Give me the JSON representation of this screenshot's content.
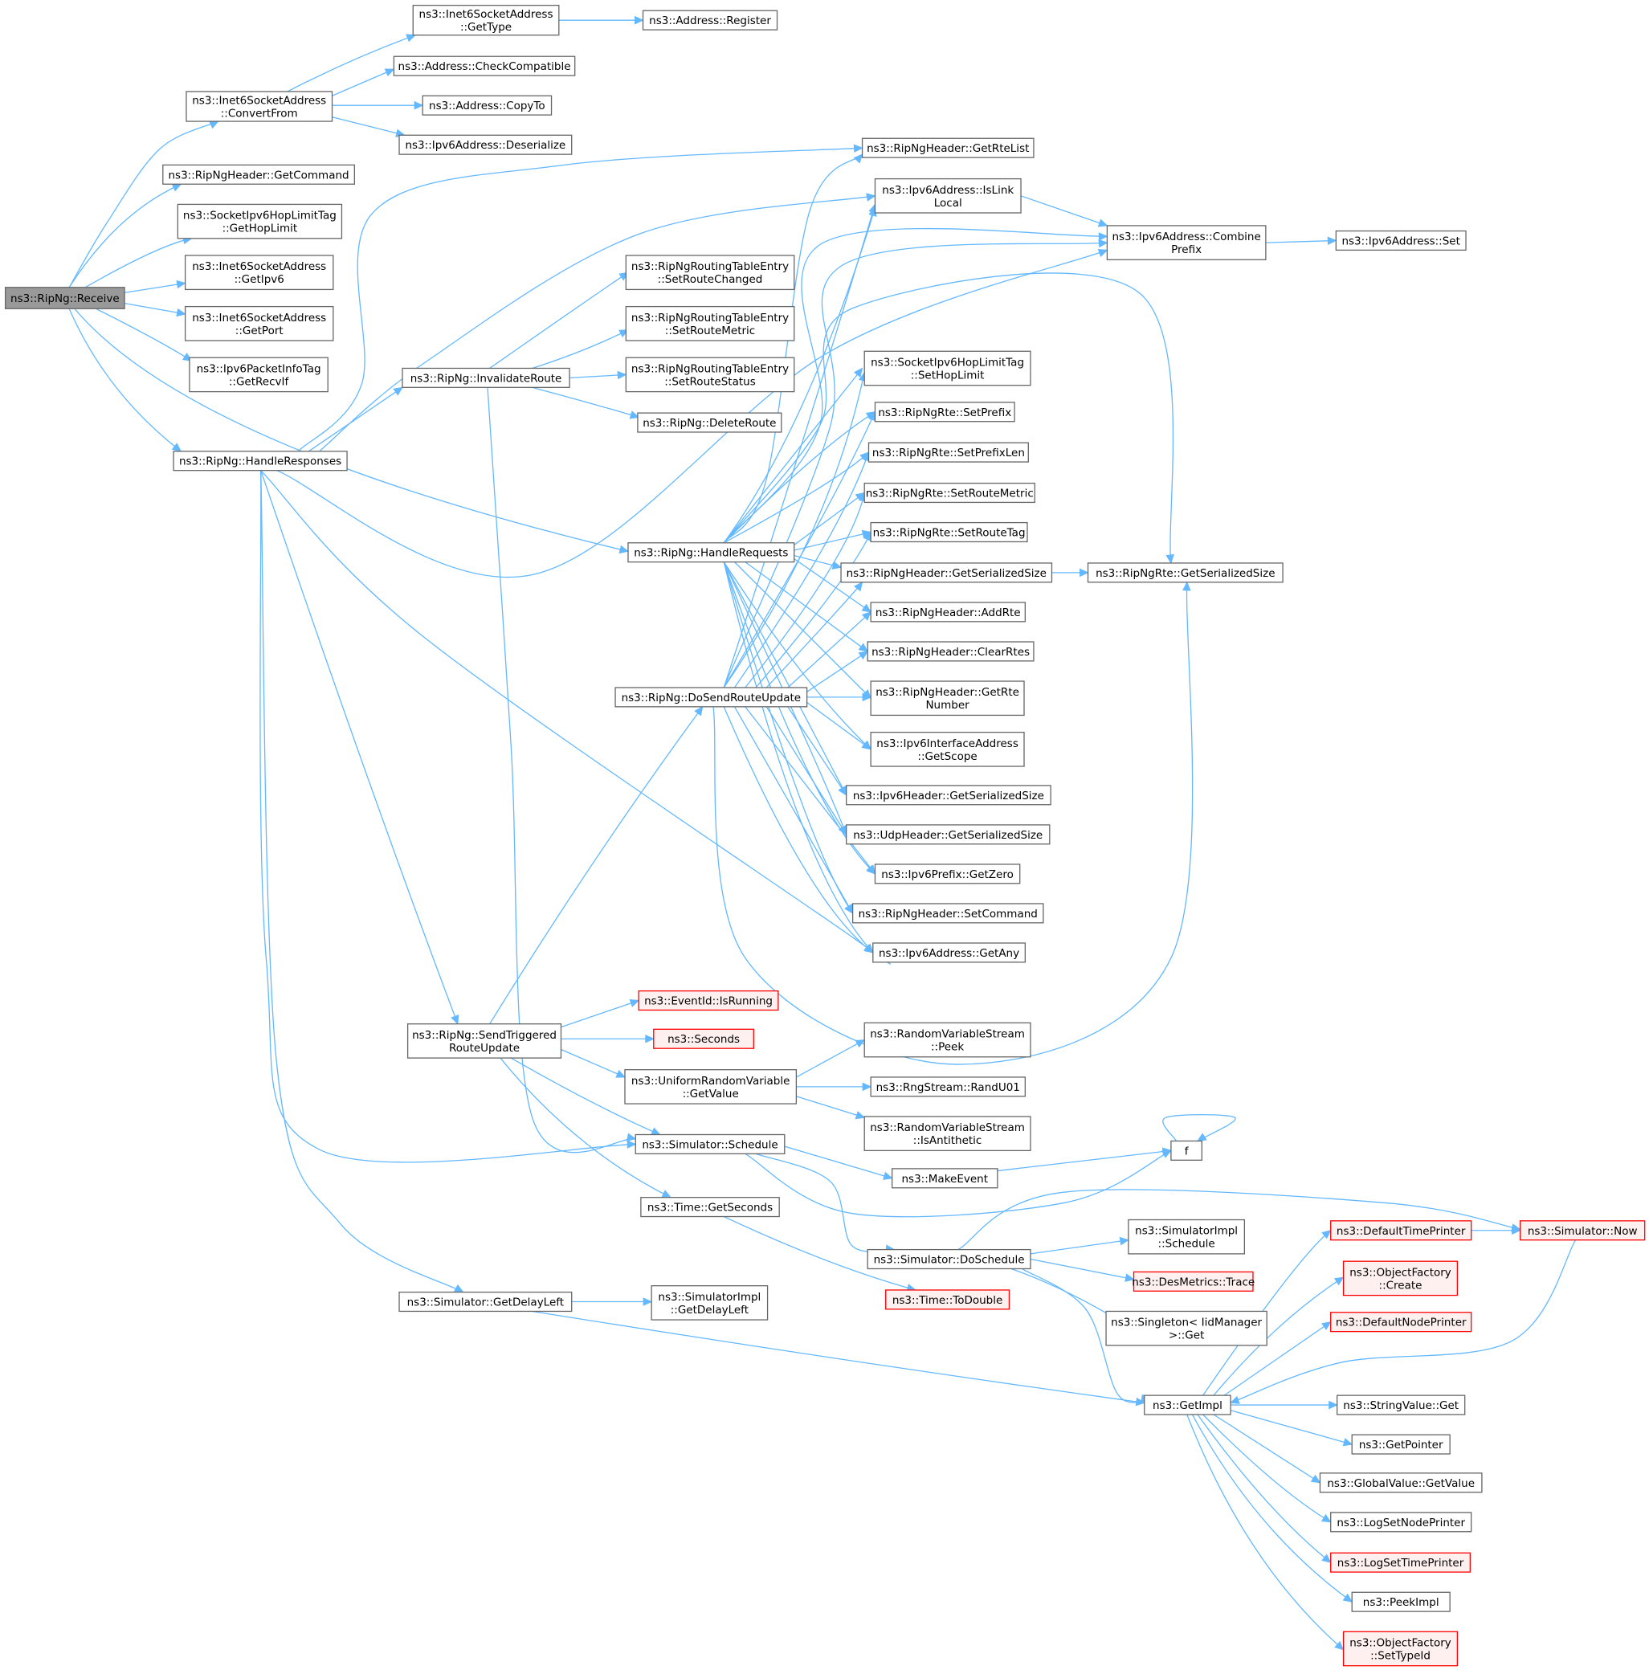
{
  "colors": {
    "edge": "#63b8ff",
    "node_border": "#666666",
    "root_fill": "#999999",
    "missing_border": "#ff0000",
    "missing_fill": "#fff0f0"
  },
  "nodes": [
    {
      "id": "receive",
      "lines": [
        "ns3::RipNg::Receive"
      ],
      "style": "root"
    },
    {
      "id": "cf",
      "lines": [
        "ns3::Inet6SocketAddress",
        "::ConvertFrom"
      ]
    },
    {
      "id": "gettype",
      "lines": [
        "ns3::Inet6SocketAddress",
        "::GetType"
      ]
    },
    {
      "id": "register",
      "lines": [
        "ns3::Address::Register"
      ]
    },
    {
      "id": "checkcompat",
      "lines": [
        "ns3::Address::CheckCompatible"
      ]
    },
    {
      "id": "copyto",
      "lines": [
        "ns3::Address::CopyTo"
      ]
    },
    {
      "id": "deserialize",
      "lines": [
        "ns3::Ipv6Address::Deserialize"
      ]
    },
    {
      "id": "getcommand",
      "lines": [
        "ns3::RipNgHeader::GetCommand"
      ]
    },
    {
      "id": "gethoplimit",
      "lines": [
        "ns3::SocketIpv6HopLimitTag",
        "::GetHopLimit"
      ]
    },
    {
      "id": "getipv6",
      "lines": [
        "ns3::Inet6SocketAddress",
        "::GetIpv6"
      ]
    },
    {
      "id": "getport",
      "lines": [
        "ns3::Inet6SocketAddress",
        "::GetPort"
      ]
    },
    {
      "id": "getrecvif",
      "lines": [
        "ns3::Ipv6PacketInfoTag",
        "::GetRecvIf"
      ]
    },
    {
      "id": "handleresp",
      "lines": [
        "ns3::RipNg::HandleResponses"
      ]
    },
    {
      "id": "invalidate",
      "lines": [
        "ns3::RipNg::InvalidateRoute"
      ]
    },
    {
      "id": "setroutechanged",
      "lines": [
        "ns3::RipNgRoutingTableEntry",
        "::SetRouteChanged"
      ]
    },
    {
      "id": "setroutemetric_e",
      "lines": [
        "ns3::RipNgRoutingTableEntry",
        "::SetRouteMetric"
      ]
    },
    {
      "id": "setroutestatus",
      "lines": [
        "ns3::RipNgRoutingTableEntry",
        "::SetRouteStatus"
      ]
    },
    {
      "id": "deleteroute",
      "lines": [
        "ns3::RipNg::DeleteRoute"
      ]
    },
    {
      "id": "handlereq",
      "lines": [
        "ns3::RipNg::HandleRequests"
      ]
    },
    {
      "id": "dosend",
      "lines": [
        "ns3::RipNg::DoSendRouteUpdate"
      ]
    },
    {
      "id": "getrtelist",
      "lines": [
        "ns3::RipNgHeader::GetRteList"
      ]
    },
    {
      "id": "islinklocal",
      "lines": [
        "ns3::Ipv6Address::IsLink",
        "Local"
      ]
    },
    {
      "id": "combineprefix",
      "lines": [
        "ns3::Ipv6Address::Combine",
        "Prefix"
      ]
    },
    {
      "id": "ipv6set",
      "lines": [
        "ns3::Ipv6Address::Set"
      ]
    },
    {
      "id": "sethoplimit",
      "lines": [
        "ns3::SocketIpv6HopLimitTag",
        "::SetHopLimit"
      ]
    },
    {
      "id": "setprefix",
      "lines": [
        "ns3::RipNgRte::SetPrefix"
      ]
    },
    {
      "id": "setprefixlen",
      "lines": [
        "ns3::RipNgRte::SetPrefixLen"
      ]
    },
    {
      "id": "setroutemetric",
      "lines": [
        "ns3::RipNgRte::SetRouteMetric"
      ]
    },
    {
      "id": "setroutetag",
      "lines": [
        "ns3::RipNgRte::SetRouteTag"
      ]
    },
    {
      "id": "hdrserial",
      "lines": [
        "ns3::RipNgHeader::GetSerializedSize"
      ]
    },
    {
      "id": "rteserial",
      "lines": [
        "ns3::RipNgRte::GetSerializedSize"
      ]
    },
    {
      "id": "addrte",
      "lines": [
        "ns3::RipNgHeader::AddRte"
      ]
    },
    {
      "id": "clearrtes",
      "lines": [
        "ns3::RipNgHeader::ClearRtes"
      ]
    },
    {
      "id": "getrtenum",
      "lines": [
        "ns3::RipNgHeader::GetRte",
        "Number"
      ]
    },
    {
      "id": "getscope",
      "lines": [
        "ns3::Ipv6InterfaceAddress",
        "::GetScope"
      ]
    },
    {
      "id": "ipv6hdrserial",
      "lines": [
        "ns3::Ipv6Header::GetSerializedSize"
      ]
    },
    {
      "id": "udphdrserial",
      "lines": [
        "ns3::UdpHeader::GetSerializedSize"
      ]
    },
    {
      "id": "getzero",
      "lines": [
        "ns3::Ipv6Prefix::GetZero"
      ]
    },
    {
      "id": "setcommand",
      "lines": [
        "ns3::RipNgHeader::SetCommand"
      ]
    },
    {
      "id": "getany",
      "lines": [
        "ns3::Ipv6Address::GetAny"
      ]
    },
    {
      "id": "sendtrig",
      "lines": [
        "ns3::RipNg::SendTriggered",
        "RouteUpdate"
      ]
    },
    {
      "id": "isrunning",
      "lines": [
        "ns3::EventId::IsRunning"
      ],
      "style": "red"
    },
    {
      "id": "seconds",
      "lines": [
        "ns3::Seconds"
      ],
      "style": "red"
    },
    {
      "id": "urvget",
      "lines": [
        "ns3::UniformRandomVariable",
        "::GetValue"
      ]
    },
    {
      "id": "peek",
      "lines": [
        "ns3::RandomVariableStream",
        "::Peek"
      ]
    },
    {
      "id": "randu01",
      "lines": [
        "ns3::RngStream::RandU01"
      ]
    },
    {
      "id": "isanti",
      "lines": [
        "ns3::RandomVariableStream",
        "::IsAntithetic"
      ]
    },
    {
      "id": "schedule",
      "lines": [
        "ns3::Simulator::Schedule"
      ]
    },
    {
      "id": "makeevent",
      "lines": [
        "ns3::MakeEvent"
      ]
    },
    {
      "id": "f",
      "lines": [
        "f"
      ]
    },
    {
      "id": "getseconds",
      "lines": [
        "ns3::Time::GetSeconds"
      ]
    },
    {
      "id": "doschedule",
      "lines": [
        "ns3::Simulator::DoSchedule"
      ]
    },
    {
      "id": "simimplsched",
      "lines": [
        "ns3::SimulatorImpl",
        "::Schedule"
      ]
    },
    {
      "id": "desmetrics",
      "lines": [
        "ns3::DesMetrics::Trace"
      ],
      "style": "red"
    },
    {
      "id": "singleton",
      "lines": [
        "ns3::Singleton< IidManager",
        ">::Get"
      ]
    },
    {
      "id": "todouble",
      "lines": [
        "ns3::Time::ToDouble"
      ],
      "style": "red"
    },
    {
      "id": "getdelayleft",
      "lines": [
        "ns3::Simulator::GetDelayLeft"
      ]
    },
    {
      "id": "simimpldelay",
      "lines": [
        "ns3::SimulatorImpl",
        "::GetDelayLeft"
      ]
    },
    {
      "id": "getimpl",
      "lines": [
        "ns3::GetImpl"
      ]
    },
    {
      "id": "deftimeprinter",
      "lines": [
        "ns3::DefaultTimePrinter"
      ],
      "style": "red"
    },
    {
      "id": "now",
      "lines": [
        "ns3::Simulator::Now"
      ],
      "style": "red"
    },
    {
      "id": "ofcreate",
      "lines": [
        "ns3::ObjectFactory",
        "::Create"
      ],
      "style": "red"
    },
    {
      "id": "defnodeprinter",
      "lines": [
        "ns3::DefaultNodePrinter"
      ],
      "style": "red"
    },
    {
      "id": "stringget",
      "lines": [
        "ns3::StringValue::Get"
      ]
    },
    {
      "id": "getpointer",
      "lines": [
        "ns3::GetPointer"
      ]
    },
    {
      "id": "globalget",
      "lines": [
        "ns3::GlobalValue::GetValue"
      ]
    },
    {
      "id": "logsetnode",
      "lines": [
        "ns3::LogSetNodePrinter"
      ]
    },
    {
      "id": "logsettime",
      "lines": [
        "ns3::LogSetTimePrinter"
      ],
      "style": "red"
    },
    {
      "id": "peekimpl",
      "lines": [
        "ns3::PeekImpl"
      ]
    },
    {
      "id": "ofsettypeid",
      "lines": [
        "ns3::ObjectFactory",
        "::SetTypeId"
      ],
      "style": "red"
    }
  ]
}
